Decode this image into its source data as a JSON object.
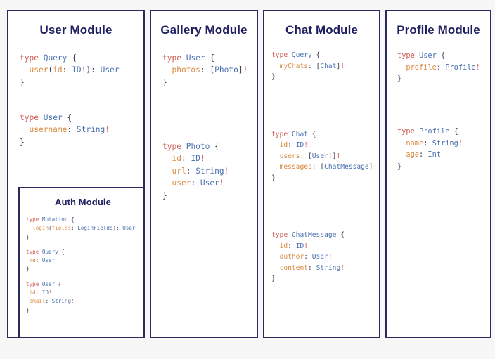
{
  "background_color": "#f7f7f7",
  "palette": {
    "card_border": "#2a2a5e",
    "card_fill": "#ffffff",
    "title_text": "#1f2060",
    "keyword": "#cf5c54",
    "type_name": "#4a71b0",
    "field_name": "#d98a40",
    "punctuation": "#3c3c50"
  },
  "modules": {
    "user": {
      "title": "User Module",
      "blocks": [
        {
          "lines": [
            [
              {
                "t": "type",
                "c": "kw"
              },
              {
                "t": " ",
                "c": "punc"
              },
              {
                "t": "Query",
                "c": "type"
              },
              {
                "t": " {",
                "c": "punc"
              }
            ],
            [
              {
                "t": "  ",
                "c": "punc"
              },
              {
                "t": "user",
                "c": "field"
              },
              {
                "t": "(",
                "c": "punc"
              },
              {
                "t": "id",
                "c": "field"
              },
              {
                "t": ": ",
                "c": "punc"
              },
              {
                "t": "ID",
                "c": "type"
              },
              {
                "t": "!",
                "c": "bang"
              },
              {
                "t": "): ",
                "c": "punc"
              },
              {
                "t": "User",
                "c": "type"
              }
            ],
            [
              {
                "t": "}",
                "c": "punc"
              }
            ]
          ]
        },
        {
          "lines": [
            [
              {
                "t": "type",
                "c": "kw"
              },
              {
                "t": " ",
                "c": "punc"
              },
              {
                "t": "User",
                "c": "type"
              },
              {
                "t": " {",
                "c": "punc"
              }
            ],
            [
              {
                "t": "  ",
                "c": "punc"
              },
              {
                "t": "username",
                "c": "field"
              },
              {
                "t": ": ",
                "c": "punc"
              },
              {
                "t": "String",
                "c": "type"
              },
              {
                "t": "!",
                "c": "bang"
              }
            ],
            [
              {
                "t": "}",
                "c": "punc"
              }
            ]
          ]
        }
      ]
    },
    "auth": {
      "title": "Auth Module",
      "blocks": [
        {
          "lines": [
            [
              {
                "t": "type",
                "c": "kw"
              },
              {
                "t": " ",
                "c": "punc"
              },
              {
                "t": "Mutation",
                "c": "type"
              },
              {
                "t": " {",
                "c": "punc"
              }
            ],
            [
              {
                "t": "  ",
                "c": "punc"
              },
              {
                "t": "login",
                "c": "field"
              },
              {
                "t": "(",
                "c": "punc"
              },
              {
                "t": "fields",
                "c": "field"
              },
              {
                "t": ": ",
                "c": "punc"
              },
              {
                "t": "LoginFields",
                "c": "type"
              },
              {
                "t": "): ",
                "c": "punc"
              },
              {
                "t": "User",
                "c": "type"
              }
            ],
            [
              {
                "t": "}",
                "c": "punc"
              }
            ]
          ]
        },
        {
          "lines": [
            [
              {
                "t": "type",
                "c": "kw"
              },
              {
                "t": " ",
                "c": "punc"
              },
              {
                "t": "Query",
                "c": "type"
              },
              {
                "t": " {",
                "c": "punc"
              }
            ],
            [
              {
                "t": " ",
                "c": "punc"
              },
              {
                "t": "me",
                "c": "field"
              },
              {
                "t": ": ",
                "c": "punc"
              },
              {
                "t": "User",
                "c": "type"
              }
            ],
            [
              {
                "t": "}",
                "c": "punc"
              }
            ]
          ]
        },
        {
          "lines": [
            [
              {
                "t": "type",
                "c": "kw"
              },
              {
                "t": " ",
                "c": "punc"
              },
              {
                "t": "User",
                "c": "type"
              },
              {
                "t": " {",
                "c": "punc"
              }
            ],
            [
              {
                "t": " ",
                "c": "punc"
              },
              {
                "t": "id",
                "c": "field"
              },
              {
                "t": ": ",
                "c": "punc"
              },
              {
                "t": "ID",
                "c": "type"
              },
              {
                "t": "!",
                "c": "bang"
              }
            ],
            [
              {
                "t": " ",
                "c": "punc"
              },
              {
                "t": "email",
                "c": "field"
              },
              {
                "t": ": ",
                "c": "punc"
              },
              {
                "t": "String",
                "c": "type"
              },
              {
                "t": "!",
                "c": "bang"
              }
            ],
            [
              {
                "t": "}",
                "c": "punc"
              }
            ]
          ]
        }
      ]
    },
    "gallery": {
      "title": "Gallery Module",
      "blocks": [
        {
          "lines": [
            [
              {
                "t": "type",
                "c": "kw"
              },
              {
                "t": " ",
                "c": "punc"
              },
              {
                "t": "User",
                "c": "type"
              },
              {
                "t": " {",
                "c": "punc"
              }
            ],
            [
              {
                "t": "  ",
                "c": "punc"
              },
              {
                "t": "photos",
                "c": "field"
              },
              {
                "t": ": [",
                "c": "punc"
              },
              {
                "t": "Photo",
                "c": "type"
              },
              {
                "t": "]",
                "c": "punc"
              },
              {
                "t": "!",
                "c": "bang"
              }
            ],
            [
              {
                "t": "}",
                "c": "punc"
              }
            ]
          ]
        },
        {
          "lines": [
            [
              {
                "t": "type",
                "c": "kw"
              },
              {
                "t": " ",
                "c": "punc"
              },
              {
                "t": "Photo",
                "c": "type"
              },
              {
                "t": " {",
                "c": "punc"
              }
            ],
            [
              {
                "t": "  ",
                "c": "punc"
              },
              {
                "t": "id",
                "c": "field"
              },
              {
                "t": ": ",
                "c": "punc"
              },
              {
                "t": "ID",
                "c": "type"
              },
              {
                "t": "!",
                "c": "bang"
              }
            ],
            [
              {
                "t": "  ",
                "c": "punc"
              },
              {
                "t": "url",
                "c": "field"
              },
              {
                "t": ": ",
                "c": "punc"
              },
              {
                "t": "String",
                "c": "type"
              },
              {
                "t": "!",
                "c": "bang"
              }
            ],
            [
              {
                "t": "  ",
                "c": "punc"
              },
              {
                "t": "user",
                "c": "field"
              },
              {
                "t": ": ",
                "c": "punc"
              },
              {
                "t": "User",
                "c": "type"
              },
              {
                "t": "!",
                "c": "bang"
              }
            ],
            [
              {
                "t": "}",
                "c": "punc"
              }
            ]
          ]
        }
      ]
    },
    "chat": {
      "title": "Chat Module",
      "blocks": [
        {
          "lines": [
            [
              {
                "t": "type",
                "c": "kw"
              },
              {
                "t": " ",
                "c": "punc"
              },
              {
                "t": "Query",
                "c": "type"
              },
              {
                "t": " {",
                "c": "punc"
              }
            ],
            [
              {
                "t": "  ",
                "c": "punc"
              },
              {
                "t": "myChats",
                "c": "field"
              },
              {
                "t": ": [",
                "c": "punc"
              },
              {
                "t": "Chat",
                "c": "type"
              },
              {
                "t": "]",
                "c": "punc"
              },
              {
                "t": "!",
                "c": "bang"
              }
            ],
            [
              {
                "t": "}",
                "c": "punc"
              }
            ]
          ]
        },
        {
          "lines": [
            [
              {
                "t": "type",
                "c": "kw"
              },
              {
                "t": " ",
                "c": "punc"
              },
              {
                "t": "Chat",
                "c": "type"
              },
              {
                "t": " {",
                "c": "punc"
              }
            ],
            [
              {
                "t": "  ",
                "c": "punc"
              },
              {
                "t": "id",
                "c": "field"
              },
              {
                "t": ": ",
                "c": "punc"
              },
              {
                "t": "ID",
                "c": "type"
              },
              {
                "t": "!",
                "c": "bang"
              }
            ],
            [
              {
                "t": "  ",
                "c": "punc"
              },
              {
                "t": "users",
                "c": "field"
              },
              {
                "t": ": [",
                "c": "punc"
              },
              {
                "t": "User",
                "c": "type"
              },
              {
                "t": "!",
                "c": "bang"
              },
              {
                "t": "]",
                "c": "punc"
              },
              {
                "t": "!",
                "c": "bang"
              }
            ],
            [
              {
                "t": "  ",
                "c": "punc"
              },
              {
                "t": "messages",
                "c": "field"
              },
              {
                "t": ": [",
                "c": "punc"
              },
              {
                "t": "ChatMessage",
                "c": "type"
              },
              {
                "t": "]",
                "c": "punc"
              },
              {
                "t": "!",
                "c": "bang"
              }
            ],
            [
              {
                "t": "}",
                "c": "punc"
              }
            ]
          ]
        },
        {
          "lines": [
            [
              {
                "t": "type",
                "c": "kw"
              },
              {
                "t": " ",
                "c": "punc"
              },
              {
                "t": "ChatMessage",
                "c": "type"
              },
              {
                "t": " {",
                "c": "punc"
              }
            ],
            [
              {
                "t": "  ",
                "c": "punc"
              },
              {
                "t": "id",
                "c": "field"
              },
              {
                "t": ": ",
                "c": "punc"
              },
              {
                "t": "ID",
                "c": "type"
              },
              {
                "t": "!",
                "c": "bang"
              }
            ],
            [
              {
                "t": "  ",
                "c": "punc"
              },
              {
                "t": "author",
                "c": "field"
              },
              {
                "t": ": ",
                "c": "punc"
              },
              {
                "t": "User",
                "c": "type"
              },
              {
                "t": "!",
                "c": "bang"
              }
            ],
            [
              {
                "t": "  ",
                "c": "punc"
              },
              {
                "t": "content",
                "c": "field"
              },
              {
                "t": ": ",
                "c": "punc"
              },
              {
                "t": "String",
                "c": "type"
              },
              {
                "t": "!",
                "c": "bang"
              }
            ],
            [
              {
                "t": "}",
                "c": "punc"
              }
            ]
          ]
        }
      ]
    },
    "profile": {
      "title": "Profile Module",
      "blocks": [
        {
          "lines": [
            [
              {
                "t": "type",
                "c": "kw"
              },
              {
                "t": " ",
                "c": "punc"
              },
              {
                "t": "User",
                "c": "type"
              },
              {
                "t": " {",
                "c": "punc"
              }
            ],
            [
              {
                "t": "  ",
                "c": "punc"
              },
              {
                "t": "profile",
                "c": "field"
              },
              {
                "t": ": ",
                "c": "punc"
              },
              {
                "t": "Profile",
                "c": "type"
              },
              {
                "t": "!",
                "c": "bang"
              }
            ],
            [
              {
                "t": "}",
                "c": "punc"
              }
            ]
          ]
        },
        {
          "lines": [
            [
              {
                "t": "type",
                "c": "kw"
              },
              {
                "t": " ",
                "c": "punc"
              },
              {
                "t": "Profile",
                "c": "type"
              },
              {
                "t": " {",
                "c": "punc"
              }
            ],
            [
              {
                "t": "  ",
                "c": "punc"
              },
              {
                "t": "name",
                "c": "field"
              },
              {
                "t": ": ",
                "c": "punc"
              },
              {
                "t": "String",
                "c": "type"
              },
              {
                "t": "!",
                "c": "bang"
              }
            ],
            [
              {
                "t": "  ",
                "c": "punc"
              },
              {
                "t": "age",
                "c": "field"
              },
              {
                "t": ": ",
                "c": "punc"
              },
              {
                "t": "Int",
                "c": "type"
              }
            ],
            [
              {
                "t": "}",
                "c": "punc"
              }
            ]
          ]
        }
      ]
    }
  }
}
